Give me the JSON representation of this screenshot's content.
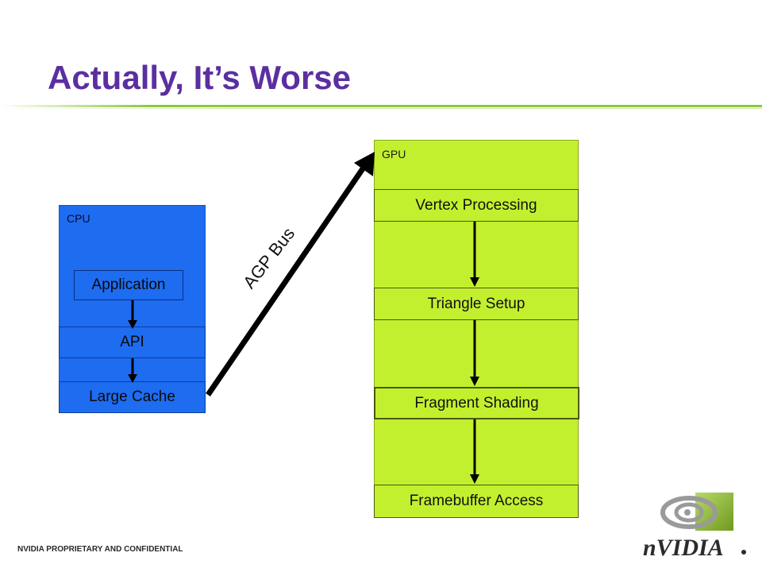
{
  "slide": {
    "title": "Actually, It’s Worse",
    "footer": "NVIDIA PROPRIETARY AND CONFIDENTIAL"
  },
  "diagram": {
    "cpu": {
      "label": "CPU",
      "stages": [
        "Application",
        "API",
        "Large Cache"
      ]
    },
    "gpu": {
      "label": "GPU",
      "stages": [
        "Vertex Processing",
        "Triangle Setup",
        "Fragment Shading",
        "Framebuffer Access"
      ]
    },
    "bus_label": "AGP Bus",
    "colors": {
      "cpu_fill": "#1e6cf0",
      "gpu_fill": "#c3f02e",
      "title": "#5b2fa0",
      "accent_green": "#8cc63e"
    }
  },
  "branding": {
    "logo": "nvidia-logo",
    "wordmark": "nVIDIA"
  }
}
